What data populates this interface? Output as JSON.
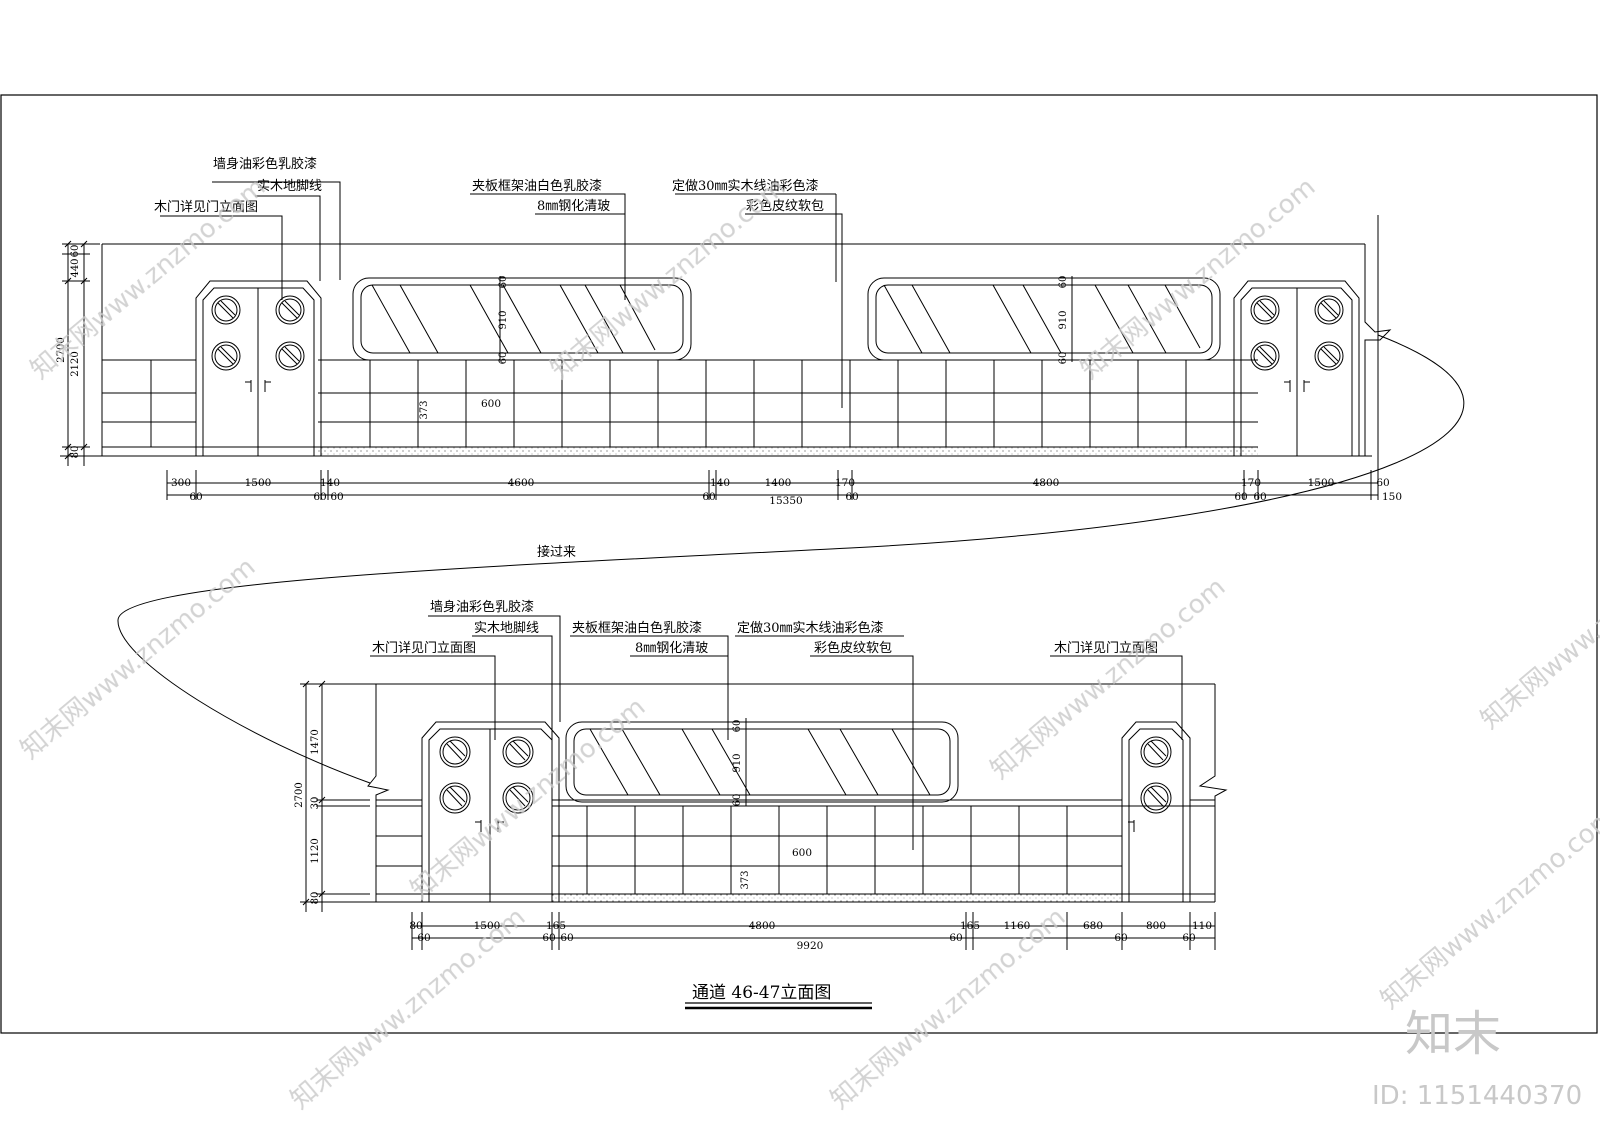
{
  "drawing_title": "通道 46-47立面图",
  "connector_note": "接过来",
  "watermark": {
    "site_text": "知末网www.znzmo.com",
    "brand": "知末",
    "id_text": "ID: 1151440370"
  },
  "upper": {
    "labels": {
      "wall_paint": "墙身油彩色乳胶漆",
      "baseboard": "实木地脚线",
      "door_ref": "木门详见门立面图",
      "frame_paint": "夹板框架油白色乳胶漆",
      "glass": "8㎜钢化清玻",
      "wood_line": "定做30㎜实木线油彩色漆",
      "leather": "彩色皮纹软包"
    },
    "vertical_dims": [
      "60",
      "440",
      "2700",
      "2120",
      "80"
    ],
    "window_dims": [
      "60",
      "910",
      "60"
    ],
    "panel_dims": {
      "width": "600",
      "height": "373"
    },
    "dims_row1": [
      "300",
      "1500",
      "140",
      "4600",
      "140",
      "1400",
      "170",
      "4800",
      "170",
      "1500",
      "60"
    ],
    "dims_row2": [
      "60",
      "60",
      "60",
      "60",
      "60",
      "60",
      "60",
      "150"
    ],
    "total": "15350"
  },
  "lower": {
    "labels": {
      "wall_paint": "墙身油彩色乳胶漆",
      "baseboard": "实木地脚线",
      "door_ref": "木门详见门立面图",
      "frame_paint": "夹板框架油白色乳胶漆",
      "glass": "8㎜钢化清玻",
      "wood_line": "定做30㎜实木线油彩色漆",
      "leather": "彩色皮纹软包",
      "door_ref_right": "木门详见门立面图"
    },
    "vertical_dims": [
      "1470",
      "2700",
      "30",
      "1120",
      "80"
    ],
    "window_dims": [
      "60",
      "910",
      "60"
    ],
    "panel_dims": {
      "width": "600",
      "height": "373"
    },
    "dims_row1": [
      "80",
      "1500",
      "165",
      "4800",
      "165",
      "1160",
      "680",
      "800",
      "110"
    ],
    "dims_row2": [
      "60",
      "60",
      "60",
      "60",
      "60",
      "60"
    ],
    "total": "9920"
  }
}
